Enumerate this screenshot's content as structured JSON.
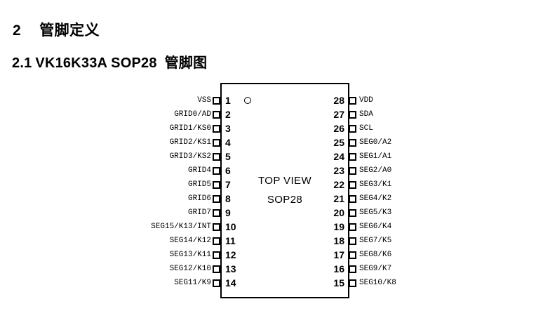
{
  "headings": {
    "section_number": "2",
    "section_title": "管脚定义",
    "subsection_number": "2.1",
    "subsection_part": "VK16K33A SOP28",
    "subsection_title": "管脚图"
  },
  "chip": {
    "view_label": "TOP VIEW",
    "package_label": "SOP28",
    "pins_left": [
      {
        "number": "1",
        "label": "VSS"
      },
      {
        "number": "2",
        "label": "GRID0/AD"
      },
      {
        "number": "3",
        "label": "GRID1/KS0"
      },
      {
        "number": "4",
        "label": "GRID2/KS1"
      },
      {
        "number": "5",
        "label": "GRID3/KS2"
      },
      {
        "number": "6",
        "label": "GRID4"
      },
      {
        "number": "7",
        "label": "GRID5"
      },
      {
        "number": "8",
        "label": "GRID6"
      },
      {
        "number": "9",
        "label": "GRID7"
      },
      {
        "number": "10",
        "label": "SEG15/K13/INT"
      },
      {
        "number": "11",
        "label": "SEG14/K12"
      },
      {
        "number": "12",
        "label": "SEG13/K11"
      },
      {
        "number": "13",
        "label": "SEG12/K10"
      },
      {
        "number": "14",
        "label": "SEG11/K9"
      }
    ],
    "pins_right": [
      {
        "number": "28",
        "label": "VDD"
      },
      {
        "number": "27",
        "label": "SDA"
      },
      {
        "number": "26",
        "label": "SCL"
      },
      {
        "number": "25",
        "label": "SEG0/A2"
      },
      {
        "number": "24",
        "label": "SEG1/A1"
      },
      {
        "number": "23",
        "label": "SEG2/A0"
      },
      {
        "number": "22",
        "label": "SEG3/K1"
      },
      {
        "number": "21",
        "label": "SEG4/K2"
      },
      {
        "number": "20",
        "label": "SEG5/K3"
      },
      {
        "number": "19",
        "label": "SEG6/K4"
      },
      {
        "number": "18",
        "label": "SEG7/K5"
      },
      {
        "number": "17",
        "label": "SEG8/K6"
      },
      {
        "number": "16",
        "label": "SEG9/K7"
      },
      {
        "number": "15",
        "label": "SEG10/K8"
      }
    ]
  },
  "colors": {
    "text": "#000000",
    "background": "#ffffff",
    "line": "#000000"
  }
}
